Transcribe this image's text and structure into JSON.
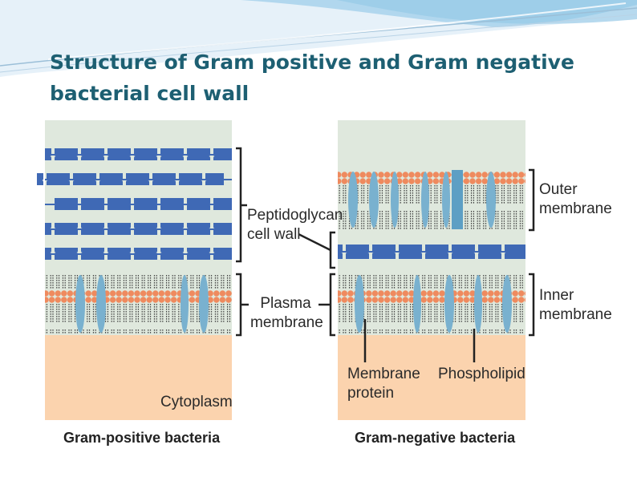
{
  "slide": {
    "title": "Structure of Gram positive and Gram negative bacterial cell wall"
  },
  "diagram": {
    "labels": {
      "peptidoglycan_line1": "Peptidoglycan",
      "peptidoglycan_line2": "cell wall",
      "plasma_line1": "Plasma",
      "plasma_line2": "membrane",
      "outer_line1": "Outer",
      "outer_line2": "membrane",
      "inner_line1": "Inner",
      "inner_line2": "membrane",
      "membrane_protein_line1": "Membrane",
      "membrane_protein_line2": "protein",
      "phospholipid": "Phospholipid",
      "cytoplasm": "Cytoplasm"
    },
    "captions": {
      "gram_positive": "Gram-positive bacteria",
      "gram_negative": "Gram-negative bacteria"
    },
    "colors": {
      "title": "#1d5f72",
      "panel_background": "#dfe8dd",
      "cytoplasm": "#fbd3ae",
      "peptidoglycan": "#3f69b5",
      "lipid_head": "#ef8a5e",
      "membrane_protein": "#79b1cf"
    }
  }
}
